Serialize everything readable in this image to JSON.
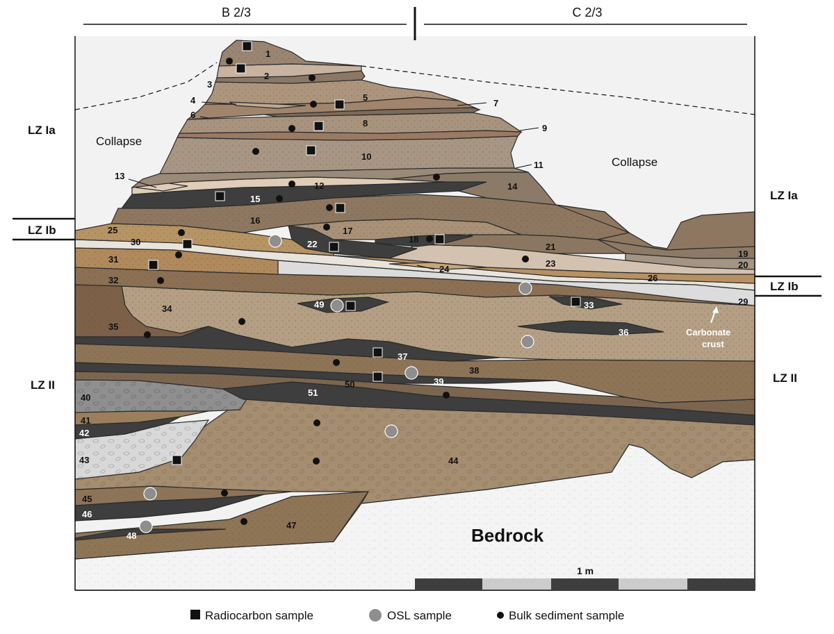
{
  "sections": {
    "left": "B 2/3",
    "right": "C 2/3"
  },
  "zones": {
    "lz_ia": "LZ Ia",
    "lz_ib": "LZ Ib",
    "lz_ii": "LZ II"
  },
  "labels": {
    "collapse": "Collapse",
    "bedrock": "Bedrock",
    "carbonate_line1": "Carbonate",
    "carbonate_line2": "crust",
    "scale": "1 m"
  },
  "legend": {
    "radiocarbon": "Radiocarbon sample",
    "osl": "OSL sample",
    "bulk": "Bulk sediment sample"
  },
  "colors": {
    "collapse": "#f2f2f2",
    "bedrock": "#f4f4f4",
    "dark_layer": "#3e3e3e",
    "osl_marker": "#8e8e8e",
    "gravel_grey": "#8f8f8f",
    "light_grey": "#d8d8d8"
  },
  "layers": [
    "1",
    "2",
    "3",
    "4",
    "5",
    "6",
    "7",
    "8",
    "9",
    "10",
    "11",
    "12",
    "13",
    "14",
    "15",
    "16",
    "17",
    "18",
    "19",
    "20",
    "21",
    "22",
    "23",
    "24",
    "25",
    "26",
    "29",
    "30",
    "31",
    "32",
    "33",
    "34",
    "35",
    "36",
    "37",
    "38",
    "39",
    "40",
    "41",
    "42",
    "43",
    "44",
    "45",
    "46",
    "47",
    "48",
    "49",
    "50",
    "51"
  ]
}
